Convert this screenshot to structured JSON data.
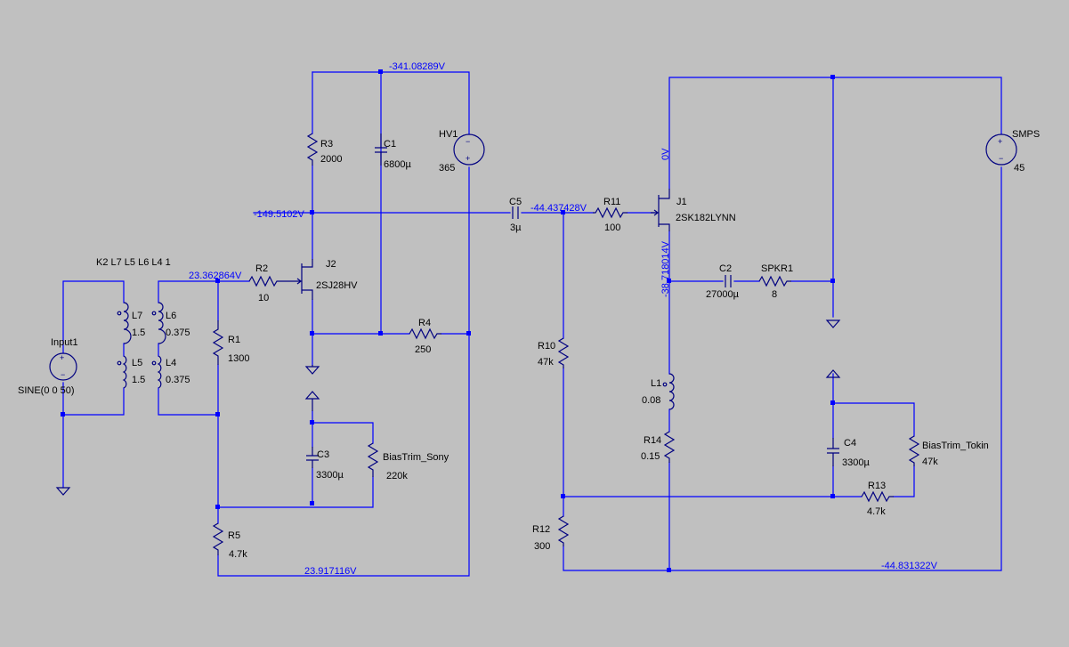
{
  "directive": "K2 L7 L5 L6 L4 1",
  "voltages": {
    "hv_rail": "-341.08289V",
    "j2_drain": "-149.5102V",
    "j2_gate": "23.362864V",
    "bottom_left": "23.917116V",
    "j1_gate": "-44.437428V",
    "j1_drain": "0V",
    "j1_source": "-38.718014V",
    "bottom_right": "-44.831322V"
  },
  "components": {
    "input1": {
      "name": "Input1",
      "value": "SINE(0 0 50)"
    },
    "l7": {
      "name": "L7",
      "value": "1.5"
    },
    "l5": {
      "name": "L5",
      "value": "1.5"
    },
    "l6": {
      "name": "L6",
      "value": "0.375"
    },
    "l4": {
      "name": "L4",
      "value": "0.375"
    },
    "r2": {
      "name": "R2",
      "value": "10"
    },
    "r1": {
      "name": "R1",
      "value": "1300"
    },
    "r3": {
      "name": "R3",
      "value": "2000"
    },
    "c1": {
      "name": "C1",
      "value": "6800µ"
    },
    "hv1": {
      "name": "HV1",
      "value": "365"
    },
    "j2": {
      "name": "J2",
      "value": "2SJ28HV"
    },
    "r4": {
      "name": "R4",
      "value": "250"
    },
    "c3": {
      "name": "C3",
      "value": "3300µ"
    },
    "biastrim_sony": {
      "name": "BiasTrim_Sony",
      "value": "220k"
    },
    "r5": {
      "name": "R5",
      "value": "4.7k"
    },
    "c5": {
      "name": "C5",
      "value": "3µ"
    },
    "r11": {
      "name": "R11",
      "value": "100"
    },
    "j1": {
      "name": "J1",
      "value": "2SK182LYNN"
    },
    "c2": {
      "name": "C2",
      "value": "27000µ"
    },
    "spkr1": {
      "name": "SPKR1",
      "value": "8"
    },
    "smps": {
      "name": "SMPS",
      "value": "45"
    },
    "r10": {
      "name": "R10",
      "value": "47k"
    },
    "l1": {
      "name": "L1",
      "value": "0.08"
    },
    "r14": {
      "name": "R14",
      "value": "0.15"
    },
    "c4": {
      "name": "C4",
      "value": "3300µ"
    },
    "biastrim_tokin": {
      "name": "BiasTrim_Tokin",
      "value": "47k"
    },
    "r13": {
      "name": "R13",
      "value": "4.7k"
    },
    "r12": {
      "name": "R12",
      "value": "300"
    }
  },
  "colors": {
    "background": "#c0c0c0",
    "wire": "#0000ff",
    "symbol": "#000080",
    "text": "#000000"
  }
}
